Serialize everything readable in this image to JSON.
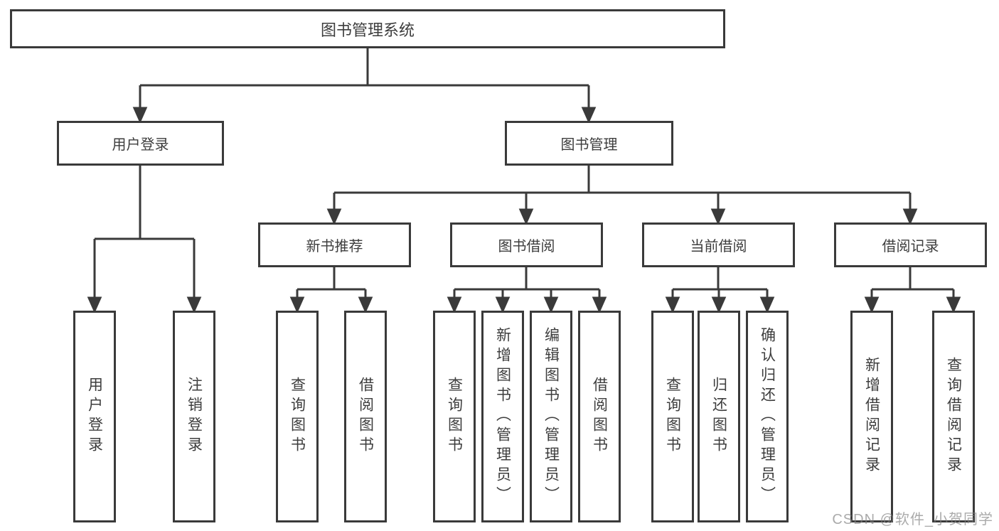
{
  "title": "图书管理系统",
  "watermark": "CSDN @软件_小贺同学",
  "colors": {
    "line": "#3a3a3a",
    "text": "#3d3d3d",
    "background": "#ffffff",
    "watermark": "#828282"
  },
  "nodes": {
    "root": {
      "label": "图书管理系统"
    },
    "userLogin": {
      "label": "用户登录",
      "children": [
        {
          "label": "用户登录"
        },
        {
          "label": "注销登录"
        }
      ]
    },
    "bookMgmt": {
      "label": "图书管理"
    },
    "newBookRec": {
      "label": "新书推荐",
      "children": [
        {
          "label": "查询图书"
        },
        {
          "label": "借阅图书"
        }
      ]
    },
    "bookBorrow": {
      "label": "图书借阅",
      "children": [
        {
          "label": "查询图书"
        },
        {
          "label": "新增图书（管理员）"
        },
        {
          "label": "编辑图书（管理员）"
        },
        {
          "label": "借阅图书"
        }
      ]
    },
    "currentBorrow": {
      "label": "当前借阅",
      "children": [
        {
          "label": "查询图书"
        },
        {
          "label": "归还图书"
        },
        {
          "label": "确认归还（管理员）"
        }
      ]
    },
    "borrowRecords": {
      "label": "借阅记录",
      "children": [
        {
          "label": "新增借阅记录"
        },
        {
          "label": "查询借阅记录"
        }
      ]
    }
  }
}
